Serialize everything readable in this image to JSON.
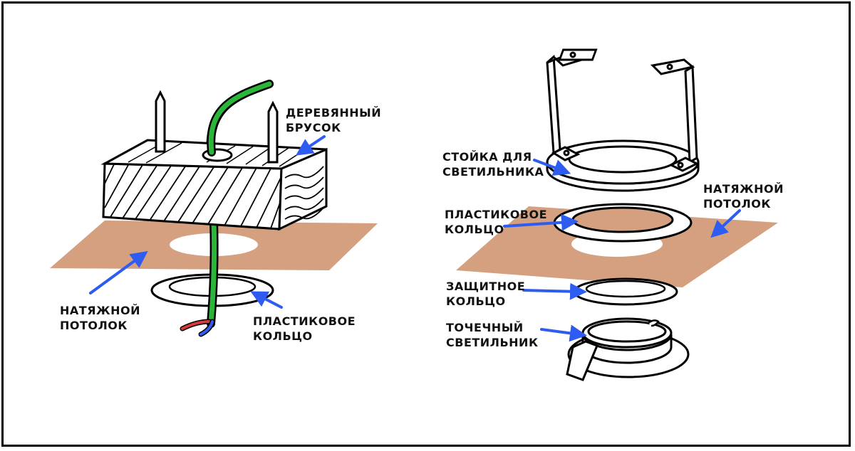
{
  "colors": {
    "ceiling": "#d4a080",
    "wire": "#2bb63a",
    "arrow": "#2e5bf0",
    "outline": "#000000",
    "wire_red": "#d43a3a",
    "wire_blue": "#2e5bf0"
  },
  "left": {
    "beam_label": [
      "ДЕРЕВЯННЫЙ",
      "БРУСОК"
    ],
    "ceiling_label": [
      "НАТЯЖНОЙ",
      "ПОТОЛОК"
    ],
    "ring_label": [
      "ПЛАСТИКОВОЕ",
      "КОЛЬЦО"
    ]
  },
  "right": {
    "stand_label": [
      "СТОЙКА ДЛЯ",
      "СВЕТИЛЬНИКА"
    ],
    "ceiling_label": [
      "НАТЯЖНОЙ",
      "ПОТОЛОК"
    ],
    "plastic_ring_label": [
      "ПЛАСТИКОВОЕ",
      "КОЛЬЦО"
    ],
    "protective_ring_label": [
      "ЗАЩИТНОЕ",
      "КОЛЬЦО"
    ],
    "spotlight_label": [
      "ТОЧЕЧНЫЙ",
      "СВЕТИЛЬНИК"
    ]
  }
}
